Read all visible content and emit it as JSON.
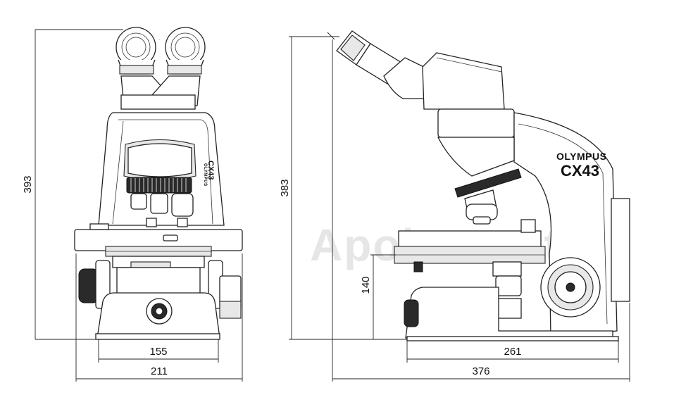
{
  "watermark": "Apokromat",
  "front_view": {
    "label_brand": "OLYMPUS",
    "label_model": "CX43",
    "dims": {
      "height": "393",
      "base_width": "155",
      "overall_width": "211"
    }
  },
  "side_view": {
    "brand": "OLYMPUS",
    "model": "CX43",
    "dims": {
      "height": "383",
      "stage_height": "140",
      "base_depth": "261",
      "overall_depth": "376"
    }
  }
}
